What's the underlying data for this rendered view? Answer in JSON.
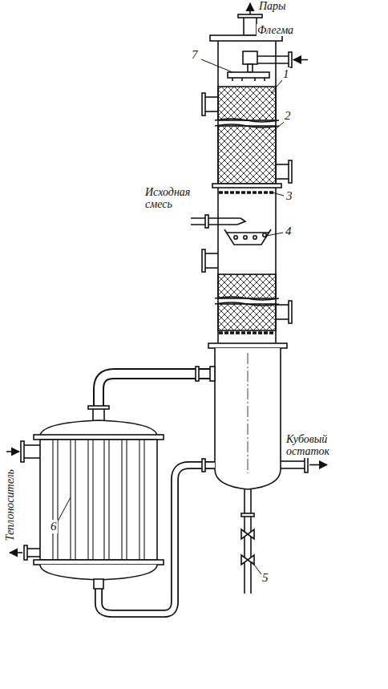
{
  "diagram": {
    "labels": [
      "Пары",
      "Флегма",
      "7",
      "1",
      "2",
      "3",
      "Исходная смесь",
      "4",
      "Кубовый остаток",
      "Теплоноситель",
      "6",
      "5"
    ]
  }
}
